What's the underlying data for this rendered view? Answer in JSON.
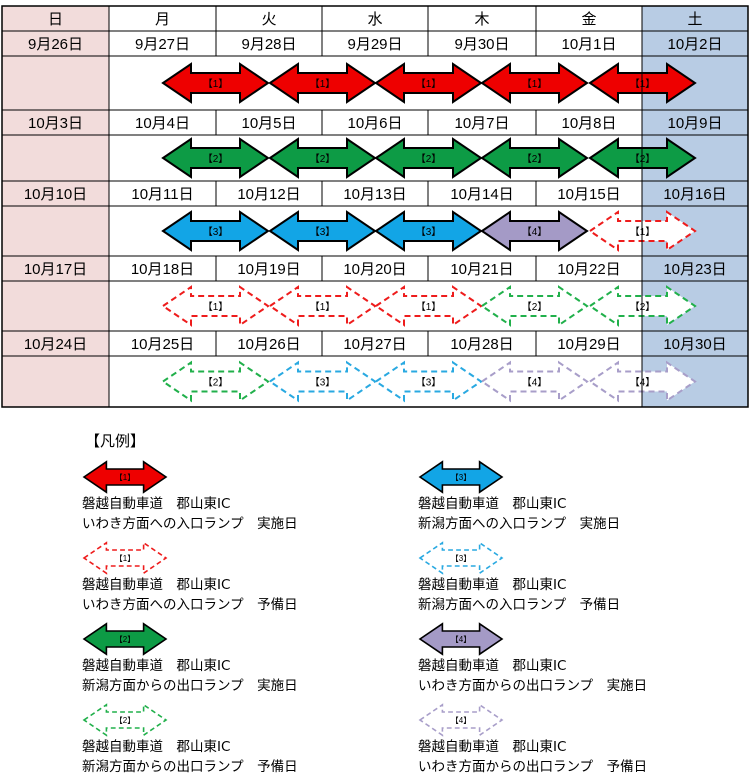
{
  "weekdays": [
    "日",
    "月",
    "火",
    "水",
    "木",
    "金",
    "土"
  ],
  "weeks": [
    {
      "dates": [
        "9月26日",
        "9月27日",
        "9月28日",
        "9月29日",
        "9月30日",
        "10月1日",
        "10月2日"
      ],
      "arrows": [
        {
          "day": 1,
          "cat": "1",
          "style": "solid"
        },
        {
          "day": 2,
          "cat": "1",
          "style": "solid"
        },
        {
          "day": 3,
          "cat": "1",
          "style": "solid"
        },
        {
          "day": 4,
          "cat": "1",
          "style": "solid"
        },
        {
          "day": 5,
          "cat": "1",
          "style": "solid"
        }
      ]
    },
    {
      "dates": [
        "10月3日",
        "10月4日",
        "10月5日",
        "10月6日",
        "10月7日",
        "10月8日",
        "10月9日"
      ],
      "arrows": [
        {
          "day": 1,
          "cat": "2",
          "style": "solid"
        },
        {
          "day": 2,
          "cat": "2",
          "style": "solid"
        },
        {
          "day": 3,
          "cat": "2",
          "style": "solid"
        },
        {
          "day": 4,
          "cat": "2",
          "style": "solid"
        },
        {
          "day": 5,
          "cat": "2",
          "style": "solid"
        }
      ]
    },
    {
      "dates": [
        "10月10日",
        "10月11日",
        "10月12日",
        "10月13日",
        "10月14日",
        "10月15日",
        "10月16日"
      ],
      "arrows": [
        {
          "day": 1,
          "cat": "3",
          "style": "solid"
        },
        {
          "day": 2,
          "cat": "3",
          "style": "solid"
        },
        {
          "day": 3,
          "cat": "3",
          "style": "solid"
        },
        {
          "day": 4,
          "cat": "4",
          "style": "solid"
        },
        {
          "day": 5,
          "cat": "1",
          "style": "dashed"
        }
      ]
    },
    {
      "dates": [
        "10月17日",
        "10月18日",
        "10月19日",
        "10月20日",
        "10月21日",
        "10月22日",
        "10月23日"
      ],
      "arrows": [
        {
          "day": 1,
          "cat": "1",
          "style": "dashed"
        },
        {
          "day": 2,
          "cat": "1",
          "style": "dashed"
        },
        {
          "day": 3,
          "cat": "1",
          "style": "dashed"
        },
        {
          "day": 4,
          "cat": "2",
          "style": "dashed"
        },
        {
          "day": 5,
          "cat": "2",
          "style": "dashed"
        }
      ]
    },
    {
      "dates": [
        "10月24日",
        "10月25日",
        "10月26日",
        "10月27日",
        "10月28日",
        "10月29日",
        "10月30日"
      ],
      "arrows": [
        {
          "day": 1,
          "cat": "2",
          "style": "dashed"
        },
        {
          "day": 2,
          "cat": "3",
          "style": "dashed"
        },
        {
          "day": 3,
          "cat": "3",
          "style": "dashed"
        },
        {
          "day": 4,
          "cat": "4",
          "style": "dashed"
        },
        {
          "day": 5,
          "cat": "4",
          "style": "dashed"
        }
      ]
    }
  ],
  "categories": {
    "1": {
      "label": "【1】",
      "solid_fill": "#ee0000",
      "dashed_color": "#ee1c1c"
    },
    "2": {
      "label": "【2】",
      "solid_fill": "#0d9b45",
      "dashed_color": "#21b04b"
    },
    "3": {
      "label": "【3】",
      "solid_fill": "#12a5e6",
      "dashed_color": "#29a9e1"
    },
    "4": {
      "label": "【4】",
      "solid_fill": "#a49ac6",
      "dashed_color": "#a89ec9"
    }
  },
  "colors": {
    "sunday_bg": "#f2dcdb",
    "saturday_bg": "#b8cce4",
    "grid": "#000000",
    "outline": "#000000"
  },
  "legend": {
    "title": "【凡例】",
    "items": [
      {
        "cat": "1",
        "style": "solid",
        "line1": "磐越自動車道　郡山東IC",
        "line2": "いわき方面への入口ランプ　実施日"
      },
      {
        "cat": "1",
        "style": "dashed",
        "line1": "磐越自動車道　郡山東IC",
        "line2": "いわき方面への入口ランプ　予備日"
      },
      {
        "cat": "2",
        "style": "solid",
        "line1": "磐越自動車道　郡山東IC",
        "line2": "新潟方面からの出口ランプ　実施日"
      },
      {
        "cat": "2",
        "style": "dashed",
        "line1": "磐越自動車道　郡山東IC",
        "line2": "新潟方面からの出口ランプ　予備日"
      },
      {
        "cat": "3",
        "style": "solid",
        "line1": "磐越自動車道　郡山東IC",
        "line2": "新潟方面への入口ランプ　実施日"
      },
      {
        "cat": "3",
        "style": "dashed",
        "line1": "磐越自動車道　郡山東IC",
        "line2": "新潟方面への入口ランプ　予備日"
      },
      {
        "cat": "4",
        "style": "solid",
        "line1": "磐越自動車道　郡山東IC",
        "line2": "いわき方面からの出口ランプ　実施日"
      },
      {
        "cat": "4",
        "style": "dashed",
        "line1": "磐越自動車道　郡山東IC",
        "line2": "いわき方面からの出口ランプ　予備日"
      }
    ]
  }
}
